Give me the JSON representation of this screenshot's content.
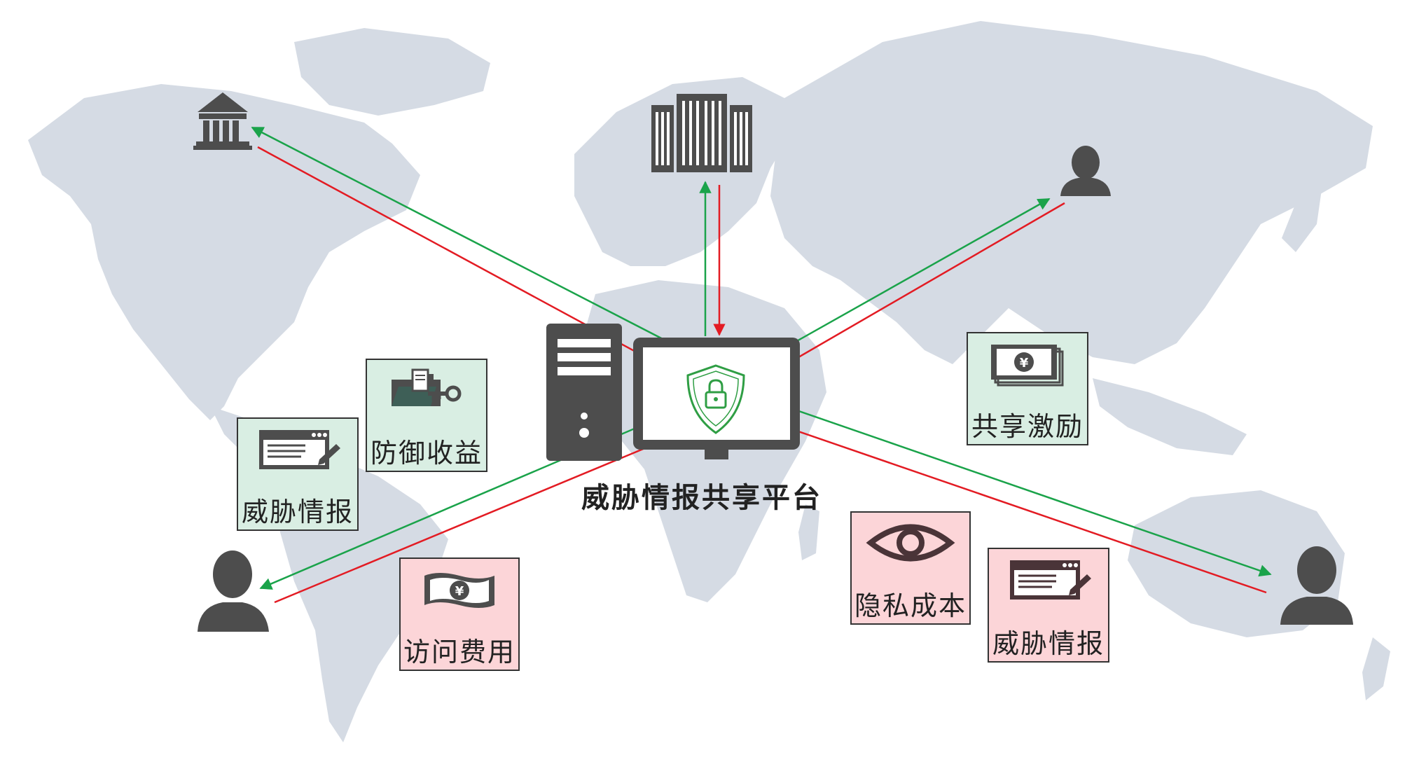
{
  "platform": {
    "label": "威胁情报共享平台"
  },
  "cards": {
    "defense_benefit": {
      "label": "防御收益"
    },
    "threat_intel_left": {
      "label": "威胁情报"
    },
    "access_fee": {
      "label": "访问费用"
    },
    "sharing_incentive": {
      "label": "共享激励"
    },
    "privacy_cost": {
      "label": "隐私成本"
    },
    "threat_intel_right": {
      "label": "威胁情报"
    }
  },
  "colors": {
    "map": "#d5dbe4",
    "icon": "#4d4d4d",
    "arrow_out": "#1aa34a",
    "arrow_in": "#e31b23",
    "card_green": "#d9eee3",
    "card_pink": "#fcd5d8",
    "shield": "#2f9e44"
  },
  "participants": [
    "bank-icon",
    "datacenter-icon",
    "user-icon",
    "user-icon",
    "user-icon"
  ]
}
